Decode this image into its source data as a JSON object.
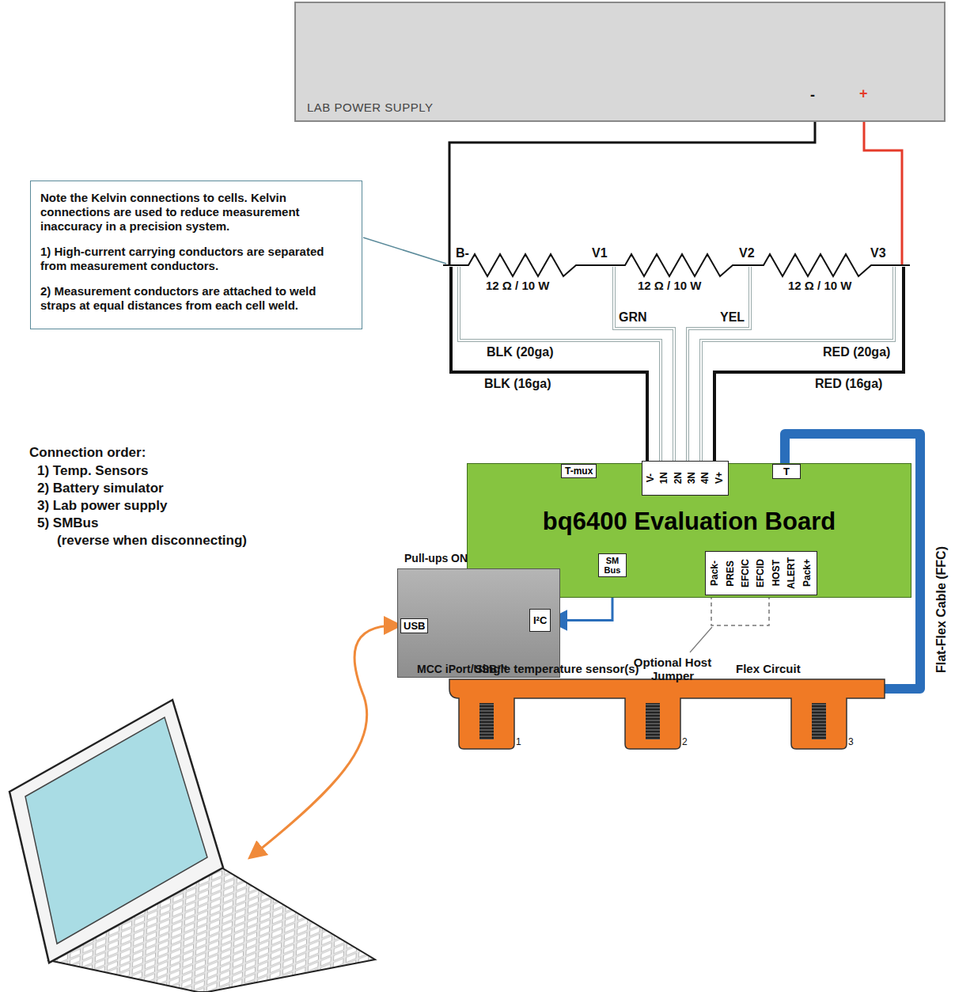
{
  "diagram": {
    "nodes": [
      {
        "text": [
          "Note the Kelvin connections to cells. Kelvin connections are used to reduce measurement inaccuracy in a precision system.",
          "1) High-current carrying conductors are separated from measurement conductors.",
          "2) Measurement conductors are attached to weld straps at equal distances from each cell weld."
        ]
      },
      {
        "text": [
          "LAB POWER SUPPLY"
        ]
      },
      {
        "text": [
          "bq6400 Evaluation Board"
        ]
      },
      {
        "text": [
          "T-mux"
        ],
        "in": 2
      },
      {
        "text": [
          "V-",
          "1N",
          "2N",
          "3N",
          "4N",
          "V+"
        ],
        "in": 2
      },
      {
        "text": [
          "T"
        ],
        "in": 2
      },
      {
        "text": [
          "SM Bus"
        ],
        "in": 2
      },
      {
        "text": [
          "Pack-",
          "PRES",
          "EFCIC",
          "EFCID",
          "HOST",
          "ALERT",
          "Pack+"
        ],
        "in": 2
      },
      {
        "text": [
          "Pull-ups ON",
          "MCC iPort/USB™"
        ]
      },
      {
        "text": [
          "USB"
        ],
        "in": 8
      },
      {
        "text": [
          "I²C"
        ],
        "in": 8
      }
    ],
    "edges": [
      {
        "from": 6,
        "to": 10,
        "arrow": "both"
      }
    ],
    "labels": [
      "-",
      "+",
      "B-",
      "V1",
      "V2",
      "V3",
      "12 Ω / 10 W",
      "12 Ω / 10 W",
      "12 Ω / 10 W",
      "BLK (20ga)",
      "GRN",
      "YEL",
      "RED (20ga)",
      "BLK (16ga)",
      "RED (16ga)",
      "Connection order:",
      "1) Temp. Sensors",
      "2) Battery simulator",
      "3) Lab power supply",
      "5) SMBus",
      "(reverse when disconnecting)",
      "Optional Host Jumper",
      "Flat-Flex Cable (FFC)",
      "Single temperature sensor(s)",
      "Flex Circuit",
      "1",
      "2",
      "3"
    ]
  }
}
